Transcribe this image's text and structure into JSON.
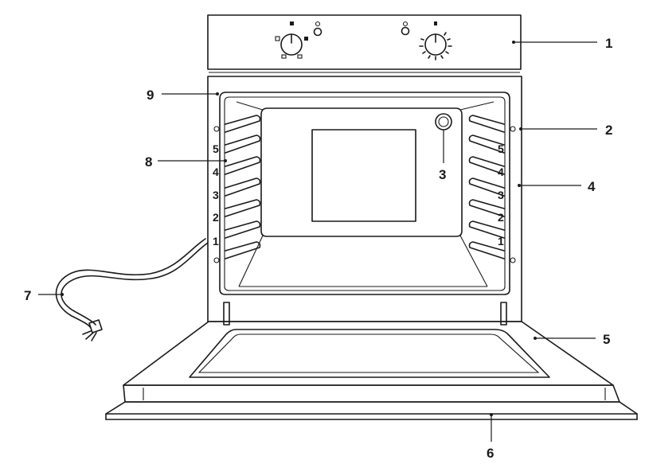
{
  "callouts": {
    "c1": "1",
    "c2": "2",
    "c3": "3",
    "c4": "4",
    "c5": "5",
    "c6": "6",
    "c7": "7",
    "c8": "8",
    "c9": "9"
  },
  "shelf_levels_left": [
    "5",
    "4",
    "3",
    "2",
    "1"
  ],
  "shelf_levels_right": [
    "5",
    "4",
    "3",
    "2",
    "1"
  ],
  "colors": {
    "line": "#1a1a1a",
    "background": "#ffffff"
  }
}
